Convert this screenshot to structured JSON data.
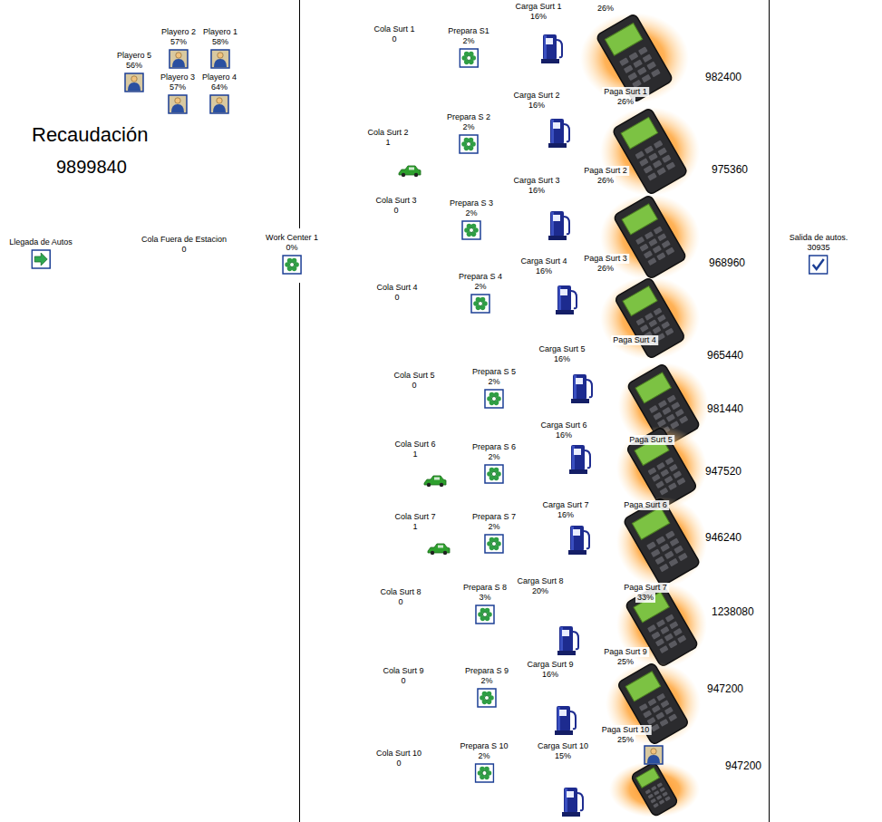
{
  "diagram": {
    "nodes": [
      {
        "text": [
          "Playero 2",
          "57%"
        ]
      },
      {
        "text": [
          "Playero 1",
          "58%"
        ]
      },
      {
        "text": [
          "Playero 5",
          "56%"
        ]
      },
      {
        "text": [
          "Playero 3",
          "57%"
        ]
      },
      {
        "text": [
          "Playero 4",
          "64%"
        ]
      },
      {
        "text": [
          "Llegada de Autos"
        ]
      },
      {
        "text": [
          "Work Center 1",
          "0%"
        ]
      },
      {
        "text": [
          "Prepara S1",
          "2%"
        ]
      },
      {
        "text": [
          "Prepara S 2",
          "2%"
        ]
      },
      {
        "text": [
          "Prepara S 3",
          "2%"
        ]
      },
      {
        "text": [
          "Prepara S 4",
          "2%"
        ]
      },
      {
        "text": [
          "Prepara S 5",
          "2%"
        ]
      },
      {
        "text": [
          "Prepara S 6",
          "2%"
        ]
      },
      {
        "text": [
          "Prepara S 7",
          "2%"
        ]
      },
      {
        "text": [
          "Prepara S 8",
          "3%"
        ]
      },
      {
        "text": [
          "Prepara S 9",
          "2%"
        ]
      },
      {
        "text": [
          "Prepara S 10",
          "2%"
        ]
      },
      {
        "text": [
          "Salida de autos.",
          "30935"
        ]
      }
    ],
    "labels": [
      "Recaudación",
      "9899840",
      "Cola Fuera de Estacion",
      "0",
      "Cola Surt 1",
      "0",
      "Carga Surt 1",
      "16%",
      "Paga Surt 1",
      "26%",
      "982400",
      "Cola Surt 2",
      "1",
      "Carga Surt 2",
      "16%",
      "Paga Surt 2",
      "26%",
      "975360",
      "Cola Surt 3",
      "0",
      "Carga Surt 3",
      "16%",
      "Paga Surt 3",
      "26%",
      "968960",
      "Cola Surt 4",
      "0",
      "Carga Surt 4",
      "16%",
      "Paga Surt 4",
      "965440",
      "Cola Surt 5",
      "0",
      "Carga Surt 5",
      "16%",
      "Paga Surt 5",
      "981440",
      "Cola Surt 6",
      "1",
      "Carga Surt 6",
      "16%",
      "Paga Surt 6",
      "947520",
      "Cola Surt 7",
      "1",
      "Carga Surt 7",
      "16%",
      "Paga Surt 7",
      "33%",
      "946240",
      "Cola Surt 8",
      "0",
      "Carga Surt 8",
      "20%",
      "1238080",
      "Cola Surt 9",
      "0",
      "Carga Surt 9",
      "16%",
      "Paga Surt 9",
      "25%",
      "947200",
      "Cola Surt 10",
      "0",
      "Carga Surt 10",
      "15%",
      "Paga Surt 10",
      "25%",
      "947200",
      "26%"
    ]
  }
}
